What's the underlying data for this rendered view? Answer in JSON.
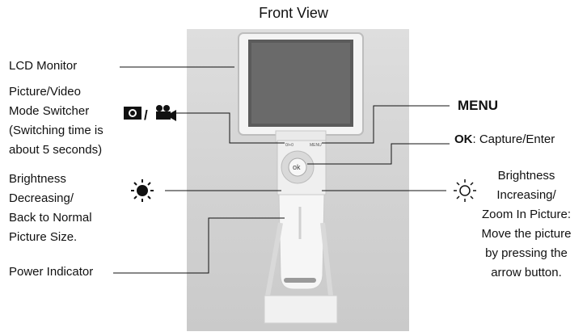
{
  "title": "Front View",
  "labels": {
    "lcd": "LCD Monitor",
    "mode": "Picture/Video\nMode Switcher\n(Switching time is\nabout 5 seconds)",
    "brightness_down": "Brightness\nDecreasing/\nBack to Normal\nPicture Size.",
    "power": "Power Indicator",
    "menu": "MENU",
    "ok_key": "OK",
    "ok_rest": ": Capture/Enter",
    "brightness_up": "Brightness\nIncreasing/\nZoom In Picture:\nMove the picture\nby pressing the\narrow button."
  },
  "device": {
    "ok_button": "ok",
    "dial_label": "0/+0",
    "menu_small": "MENU"
  },
  "icons": [
    "camera-icon",
    "video-camera-icon",
    "sun-filled-icon",
    "sun-outline-icon"
  ]
}
